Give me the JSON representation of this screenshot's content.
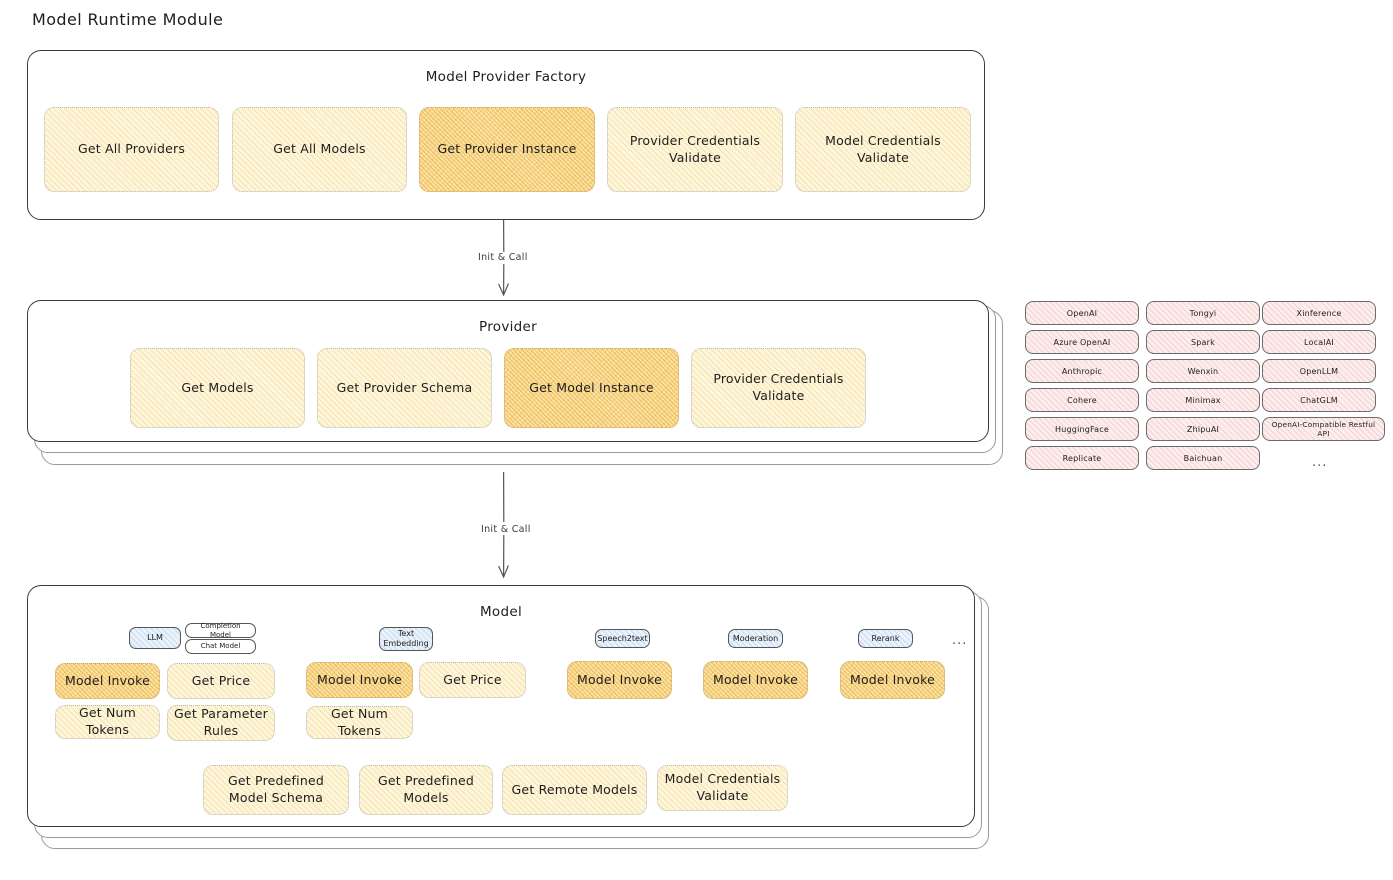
{
  "page": {
    "title": "Model Runtime Module",
    "background_color": "#ffffff"
  },
  "colors": {
    "node_fill": "#fdf6df",
    "node_accent_fill": "#fbe4ae",
    "chip_fill": "#fdeeee",
    "tag_fill": "#eaf2fb",
    "stroke": "#1e1e1e"
  },
  "factory": {
    "title": "Model Provider Factory",
    "nodes": [
      {
        "label": "Get All Providers",
        "accent": false
      },
      {
        "label": "Get All Models",
        "accent": false
      },
      {
        "label": "Get Provider Instance",
        "accent": true
      },
      {
        "label": "Provider Credentials Validate",
        "accent": false
      },
      {
        "label": "Model Credentials Validate",
        "accent": false
      }
    ]
  },
  "arrows": [
    {
      "label": "Init & Call"
    },
    {
      "label": "Init & Call"
    }
  ],
  "provider": {
    "title": "Provider",
    "nodes": [
      {
        "label": "Get Models",
        "accent": false
      },
      {
        "label": "Get Provider Schema",
        "accent": false
      },
      {
        "label": "Get Model Instance",
        "accent": true
      },
      {
        "label": "Provider Credentials Validate",
        "accent": false
      }
    ]
  },
  "provider_list": {
    "columns": [
      {
        "items": [
          "OpenAI",
          "Azure OpenAI",
          "Anthropic",
          "Cohere",
          "HuggingFace",
          "Replicate"
        ]
      },
      {
        "items": [
          "Tongyi",
          "Spark",
          "Wenxin",
          "Minimax",
          "ZhipuAI",
          "Baichuan"
        ]
      },
      {
        "items": [
          "Xinference",
          "LocalAI",
          "OpenLLM",
          "ChatGLM",
          "OpenAI-Compatible Restful API"
        ]
      }
    ],
    "more": "..."
  },
  "model": {
    "title": "Model",
    "more": "...",
    "types": [
      {
        "tag": "LLM",
        "subtags": [
          "Completion Model",
          "Chat Model"
        ],
        "nodes": [
          {
            "label": "Model Invoke",
            "accent": true
          },
          {
            "label": "Get Price",
            "accent": false
          },
          {
            "label": "Get Num Tokens",
            "accent": false
          },
          {
            "label": "Get Parameter Rules",
            "accent": false
          }
        ]
      },
      {
        "tag": "Text Embedding",
        "subtags": [],
        "nodes": [
          {
            "label": "Model Invoke",
            "accent": true
          },
          {
            "label": "Get Price",
            "accent": false
          },
          {
            "label": "Get Num Tokens",
            "accent": false
          }
        ]
      },
      {
        "tag": "Speech2text",
        "subtags": [],
        "nodes": [
          {
            "label": "Model Invoke",
            "accent": true
          }
        ]
      },
      {
        "tag": "Moderation",
        "subtags": [],
        "nodes": [
          {
            "label": "Model Invoke",
            "accent": true
          }
        ]
      },
      {
        "tag": "Rerank",
        "subtags": [],
        "nodes": [
          {
            "label": "Model Invoke",
            "accent": true
          }
        ]
      }
    ],
    "common_nodes": [
      {
        "label": "Get Predefined Model Schema"
      },
      {
        "label": "Get Predefined Models"
      },
      {
        "label": "Get Remote Models"
      },
      {
        "label": "Model Credentials Validate"
      }
    ]
  }
}
